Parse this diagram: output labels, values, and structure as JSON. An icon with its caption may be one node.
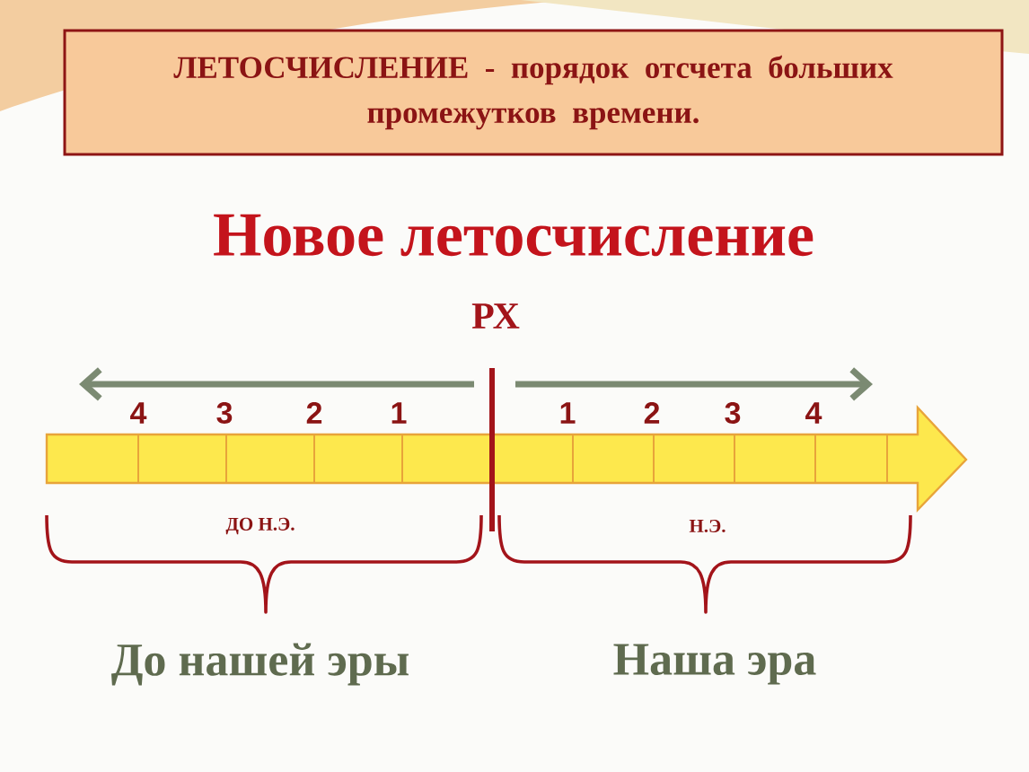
{
  "diagram": {
    "title": "Новое летосчисление",
    "nodes": [
      {
        "text": [
          "ЛЕТОСЧИСЛЕНИЕ - порядок отсчета больших промежутков времени."
        ]
      }
    ],
    "labels": [
      "РХ",
      "4",
      "3",
      "2",
      "1",
      "1",
      "2",
      "3",
      "4",
      "ДО Н.Э.",
      "Н.Э.",
      "До нашей эры",
      "Наша эра"
    ]
  }
}
